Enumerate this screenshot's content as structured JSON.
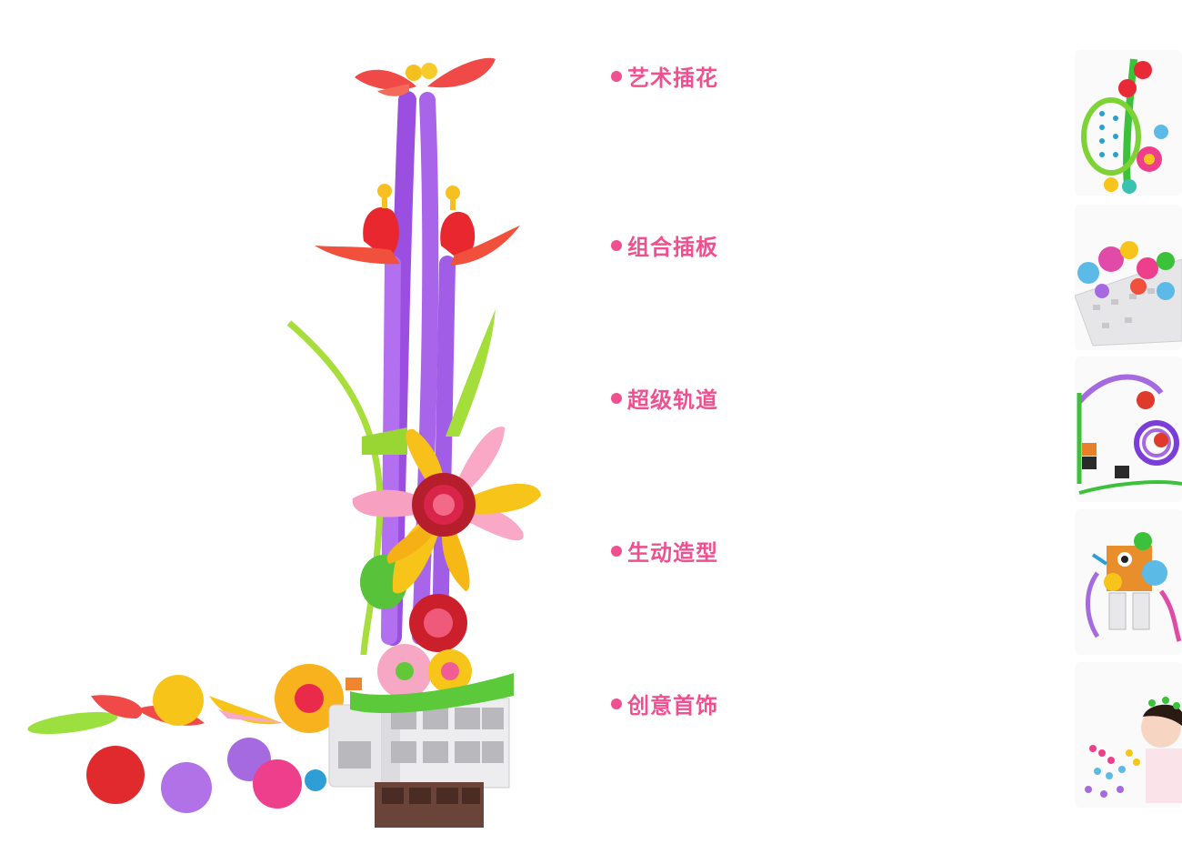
{
  "features": [
    {
      "label": "艺术插花"
    },
    {
      "label": "组合插板"
    },
    {
      "label": "超级轨道"
    },
    {
      "label": "生动造型"
    },
    {
      "label": "创意首饰"
    }
  ],
  "thumbnails": [
    {
      "icon": "flower-track-thumbnail"
    },
    {
      "icon": "pegboard-garden-thumbnail"
    },
    {
      "icon": "marble-track-thumbnail"
    },
    {
      "icon": "robot-figure-thumbnail"
    },
    {
      "icon": "child-jewelry-thumbnail"
    }
  ],
  "colors": {
    "accent": "#f0508f",
    "stem": "#a35be0",
    "petal_red": "#f0463c",
    "petal_yellow": "#f7c21a",
    "leaf_green": "#8fdc3c"
  }
}
